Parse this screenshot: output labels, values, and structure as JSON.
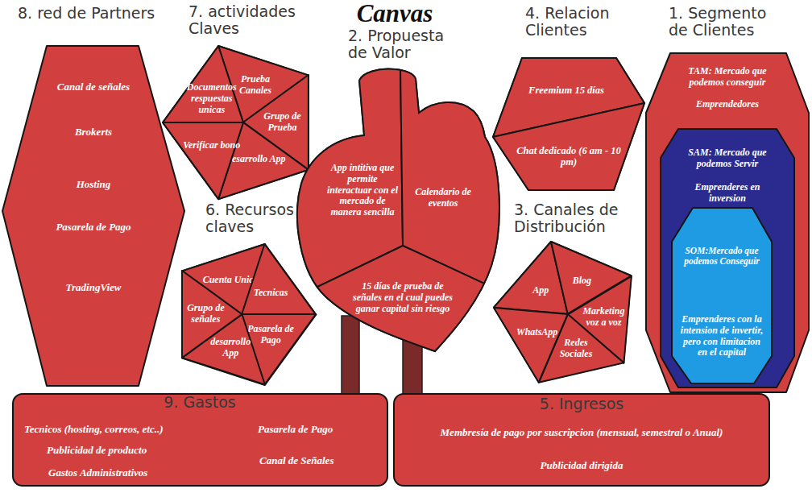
{
  "diagram": {
    "title": "Canvas",
    "nodes": [
      {
        "text": [
          "8. red de Partners",
          "Canal de señales",
          "Brokerts",
          "Hosting",
          "Pasarela de Pago",
          "TradingView"
        ]
      },
      {
        "text": [
          "7. actividades Claves"
        ]
      },
      {
        "text": [
          "Prueba Canales"
        ],
        "in": 1
      },
      {
        "text": [
          "Grupo de Prueba"
        ],
        "in": 1
      },
      {
        "text": [
          "Desarrollo App"
        ],
        "in": 1
      },
      {
        "text": [
          "Verificar bono"
        ],
        "in": 1
      },
      {
        "text": [
          "Documentos respuestas unicas"
        ],
        "in": 1
      },
      {
        "text": [
          "2. Propuesta de Valor"
        ]
      },
      {
        "text": [
          "App intitiva que permite interactuar con el mercado de manera sencilla"
        ],
        "in": 7
      },
      {
        "text": [
          "Calendario de eventos"
        ],
        "in": 7
      },
      {
        "text": [
          "15 días de prueba de señales en el cual puedes ganar capital sin riesgo"
        ],
        "in": 7
      },
      {
        "text": [
          "4. Relacion Clientes"
        ]
      },
      {
        "text": [
          "Freemium 15 días"
        ],
        "in": 11
      },
      {
        "text": [
          "Chat dedicado (6 am - 10 pm)"
        ],
        "in": 11
      },
      {
        "text": [
          "1. Segmento de Clientes",
          "TAM: Mercado que podemos conseguir",
          "Emprendedores"
        ]
      },
      {
        "text": [
          "SAM: Mercado que podemos Servir",
          "Emprenderes en inversion"
        ],
        "in": 14
      },
      {
        "text": [
          "SOM:Mercado que podemos Conseguir",
          "Emprenderes con la intension de invertir, pero con limitacion en el capital"
        ],
        "in": 15
      },
      {
        "text": [
          "6. Recursos claves"
        ]
      },
      {
        "text": [
          "Cuenta Unica"
        ],
        "in": 17
      },
      {
        "text": [
          "Tecnicas"
        ],
        "in": 17
      },
      {
        "text": [
          "Pasarela de Pago"
        ],
        "in": 17
      },
      {
        "text": [
          "desarrollo App"
        ],
        "in": 17
      },
      {
        "text": [
          "Grupo de señales"
        ],
        "in": 17
      },
      {
        "text": [
          "3. Canales de Distribución"
        ]
      },
      {
        "text": [
          "App"
        ],
        "in": 23
      },
      {
        "text": [
          "Blog"
        ],
        "in": 23
      },
      {
        "text": [
          "Marketing voz a voz"
        ],
        "in": 23
      },
      {
        "text": [
          "Redes Sociales"
        ],
        "in": 23
      },
      {
        "text": [
          "WhatsApp"
        ],
        "in": 23
      },
      {
        "text": [
          "9. Gastos",
          "Tecnicos (hosting, correos, etc..)",
          "Publicidad de producto",
          "Gastos Administrativos",
          "Pasarela de Pago",
          "Canal de Señales"
        ]
      },
      {
        "text": [
          "5. Ingresos",
          "Membresía de pago por suscripcion (mensual, semestral o Anual)",
          "Publicidad dirigida"
        ]
      }
    ]
  }
}
